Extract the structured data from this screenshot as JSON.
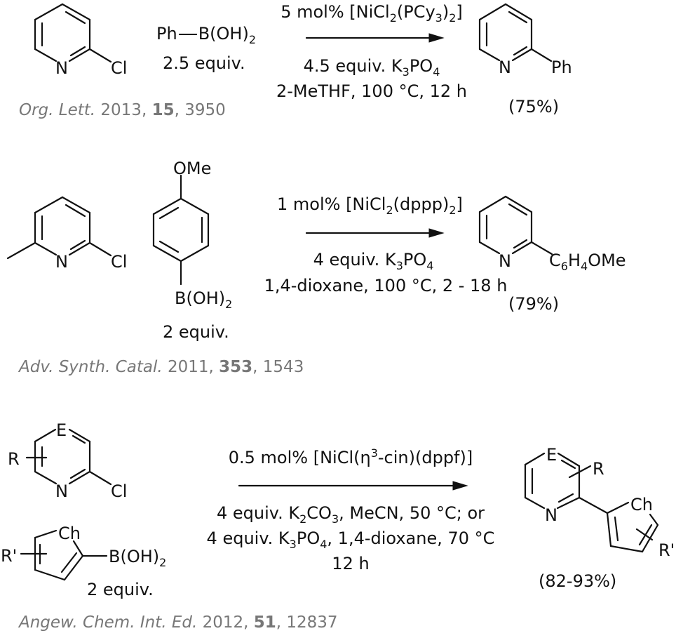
{
  "reactions": [
    {
      "substrate": {
        "atom_n": "N",
        "atom_cl": "Cl"
      },
      "boronic_acid": {
        "label_a": "Ph",
        "label_b": "B(OH)",
        "label_b_sub": "2",
        "equiv": "2.5 equiv."
      },
      "conditions_above": {
        "prefix": "5 mol% [NiCl",
        "sub1": "2",
        "mid": "(PCy",
        "sub2": "3",
        "close": ")",
        "sub3": "2",
        "end": "]"
      },
      "conditions_below": [
        {
          "text": "4.5 equiv. K",
          "sub1": "3",
          "mid": "PO",
          "sub2": "4"
        },
        {
          "text": "2-MeTHF, 100 °C, 12 h"
        }
      ],
      "product": {
        "atom_n": "N",
        "substituent": "Ph",
        "yield": "(75%)"
      },
      "citation": {
        "journal": "Org. Lett.",
        "year": "2013,",
        "volume": "15",
        "pages": ", 3950"
      }
    },
    {
      "substrate": {
        "atom_n": "N",
        "atom_cl": "Cl"
      },
      "boronic_acid": {
        "top_group": "OMe",
        "label_b": "B(OH)",
        "label_b_sub": "2",
        "equiv": "2 equiv."
      },
      "conditions_above": {
        "prefix": "1 mol% [NiCl",
        "sub1": "2",
        "mid": "(dppp)",
        "sub2": "2",
        "end": "]"
      },
      "conditions_below": [
        {
          "text": "4 equiv. K",
          "sub1": "3",
          "mid": "PO",
          "sub2": "4"
        },
        {
          "text": "1,4-dioxane, 100 °C, 2 - 18 h"
        }
      ],
      "product": {
        "atom_n": "N",
        "substituent_c": "C",
        "sub6": "6",
        "substituent_h": "H",
        "sub4": "4",
        "substituent_end": "OMe",
        "yield": "(79%)"
      },
      "citation": {
        "journal": "Adv. Synth. Catal.",
        "year": "2011,",
        "volume": "353",
        "pages": ", 1543"
      }
    },
    {
      "substrate": {
        "atom_e": "E",
        "atom_n": "N",
        "atom_cl": "Cl",
        "r_group": "R"
      },
      "boronic_acid": {
        "r_group": "R'",
        "atom_ch": "Ch",
        "label_b": "B(OH)",
        "label_b_sub": "2",
        "equiv": "2 equiv."
      },
      "conditions_above": {
        "prefix": "0.5 mol% [NiCl(η",
        "sup1": "3",
        "end": "-cin)(dppf)]"
      },
      "conditions_below": [
        {
          "text": "4 equiv. K",
          "sub1": "2",
          "mid": "CO",
          "sub2": "3",
          "end": ", MeCN, 50 °C; or"
        },
        {
          "text": "4 equiv. K",
          "sub1": "3",
          "mid": "PO",
          "sub2": "4",
          "end": ", 1,4-dioxane, 70 °C"
        },
        {
          "text": "12 h"
        }
      ],
      "product": {
        "atom_e": "E",
        "atom_n": "N",
        "r_group": "R",
        "atom_ch": "Ch",
        "r2_group": "R'",
        "yield": "(82-93%)"
      },
      "citation": {
        "journal": "Angew. Chem. Int. Ed.",
        "year": "2012,",
        "volume": "51",
        "pages": ", 12837"
      }
    }
  ]
}
